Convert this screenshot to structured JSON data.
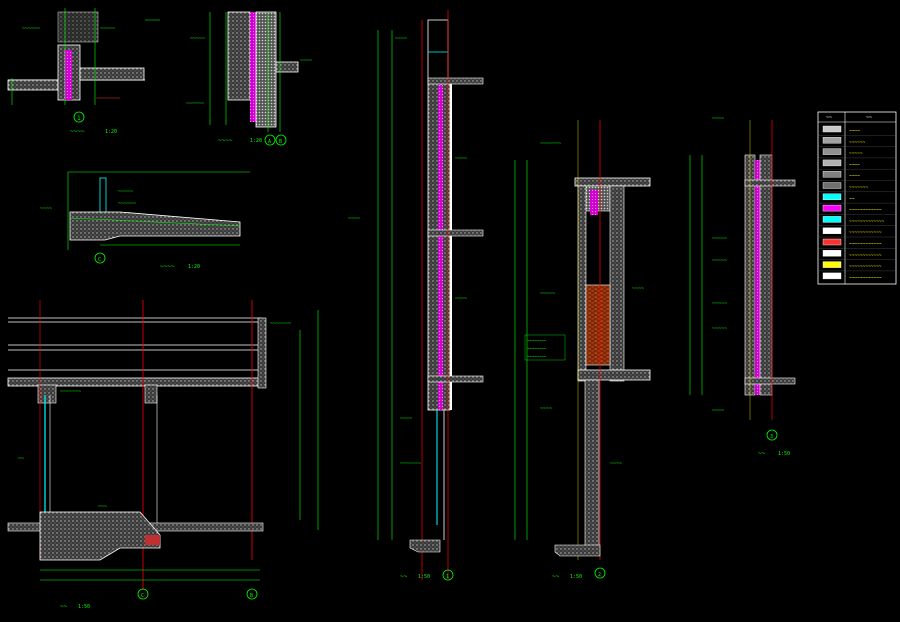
{
  "canvas": {
    "background": "#000000"
  },
  "colors": {
    "wall_line": "#ffffff",
    "dim_line": "#00ff00",
    "annotation": "#00ff00",
    "cut_fill": "#c0c0c0",
    "insulation": "#ff00ff",
    "axis_red": "#ff0000",
    "glass": "#00ffff",
    "brick": "#b04010",
    "yellow": "#ffff00",
    "legend_text": "#ffff00"
  },
  "drawings": {
    "detail_top_left": {
      "title": "~~~~",
      "scale": "1:20",
      "axis_tag": "1"
    },
    "detail_top_mid": {
      "title": "~~~~",
      "scale": "1:20",
      "axis_tags": [
        "A",
        "B"
      ]
    },
    "detail_ramp": {
      "title": "~~~~",
      "scale": "1:20",
      "axis_tag": "C"
    },
    "elevation_bottom_left": {
      "title": "~~",
      "scale": "1:50",
      "axis_tags": [
        "C",
        "B"
      ]
    },
    "section_1": {
      "title": "~~",
      "scale": "1:50",
      "axis_tag": "1"
    },
    "section_2": {
      "title": "~~",
      "scale": "1:50",
      "axis_tag": "2"
    },
    "section_3": {
      "title": "~~",
      "scale": "1:50",
      "axis_tag": "3"
    }
  },
  "legend": {
    "header_left": "~~",
    "header_right": "~~",
    "rows": [
      {
        "swatch": "#c8c8c8",
        "text": "~~~~"
      },
      {
        "swatch": "#a0a0a0",
        "text": "~~~~~~"
      },
      {
        "swatch": "#909090",
        "text": "~~~~~"
      },
      {
        "swatch": "#b0b0b0",
        "text": "~~~~"
      },
      {
        "swatch": "#808080",
        "text": "~~~~"
      },
      {
        "swatch": "#707070",
        "text": "~~~~~~~"
      },
      {
        "swatch": "#00ffff",
        "text": "~~"
      },
      {
        "swatch": "#ff00ff",
        "text": "~~~~~~~~~~~~"
      },
      {
        "swatch": "#00ffff",
        "text": "~~~~~~~~~~~~~"
      },
      {
        "swatch": "#ffffff",
        "text": "~~~~~~~~~~~~"
      },
      {
        "swatch": "#ff3030",
        "text": "~~~~~~~~~~~~"
      },
      {
        "swatch": "#ffffff",
        "text": "~~~~~~~~~~~~"
      },
      {
        "swatch": "#ffff00",
        "text": "~~~~~~~~~~~~"
      },
      {
        "swatch": "#ffffff",
        "text": "~~~~~~~~~~~~"
      }
    ]
  }
}
